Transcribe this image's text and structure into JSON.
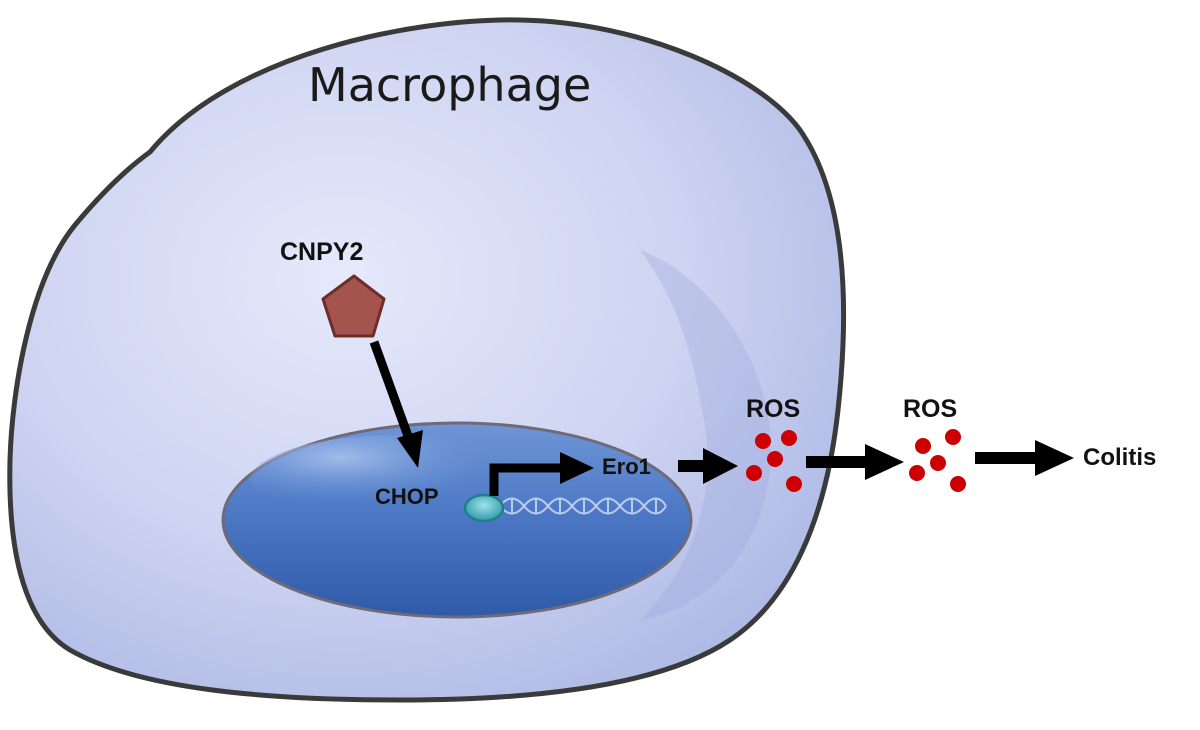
{
  "diagram": {
    "cell_label": "Macrophage",
    "ligand_label": "CNPY2",
    "tf_label": "CHOP",
    "gene_label": "Ero1",
    "ros_inside_label": "ROS",
    "ros_outside_label": "ROS",
    "outcome_label": "Colitis"
  },
  "colors": {
    "cell_fill": "#c4cced",
    "cell_outline": "#3a3a3a",
    "nucleus_fill": "#4f7ac6",
    "ligand_fill": "#a5534d",
    "ros_dot": "#cc0000",
    "promoter": "#3fb6c2",
    "arrow": "#000000"
  },
  "icons": [
    "pentagon-icon",
    "promoter-circle-icon",
    "dna-helix-icon",
    "ros-dots-icon"
  ]
}
